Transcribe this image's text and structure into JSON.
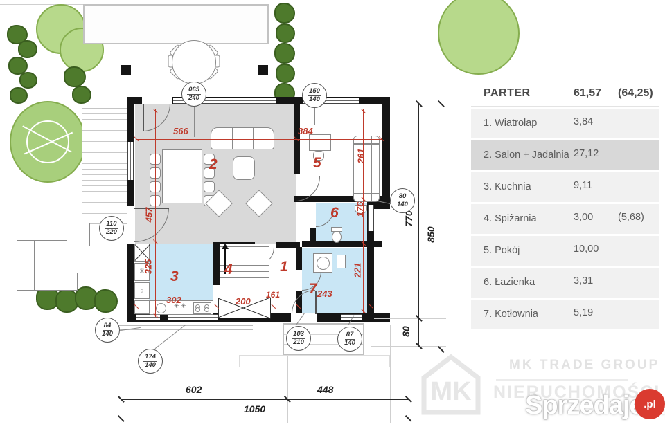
{
  "colors": {
    "wall_black": "#151515",
    "dim_red": "#bf3a2b",
    "room_blue": "#c9e6f5",
    "salon_gray": "#d9d9d9",
    "tree_green": "#b7d98b",
    "shrub_green": "#4e7a2c",
    "highlight_row": "#d8d8d8",
    "brand_red": "#da3b30"
  },
  "legend": {
    "title": "PARTER",
    "area": "61,57",
    "area_alt": "(64,25)",
    "rows": [
      {
        "label": "1. Wiatrołap",
        "area": "3,84",
        "extra": ""
      },
      {
        "label": "2. Salon + Jadalnia",
        "area": "27,12",
        "extra": ""
      },
      {
        "label": "3. Kuchnia",
        "area": "9,11",
        "extra": ""
      },
      {
        "label": "4. Spiżarnia",
        "area": "3,00",
        "extra": "(5,68)"
      },
      {
        "label": "5. Pokój",
        "area": "10,00",
        "extra": ""
      },
      {
        "label": "6. Łazienka",
        "area": "3,31",
        "extra": ""
      },
      {
        "label": "7. Kotłownia",
        "area": "5,19",
        "extra": ""
      }
    ]
  },
  "plan": {
    "rooms": {
      "n1": "1",
      "n2": "2",
      "n3": "3",
      "n4": "4",
      "n5": "5",
      "n6": "6",
      "n7": "7"
    },
    "dims": {
      "salon_w": "566",
      "room5_w": "384",
      "salon_h": "457",
      "kitchen_h": "325",
      "room5_h": "261",
      "bath_h": "176",
      "boiler_h": "221",
      "kitchen_w": "302",
      "stairs_w": "200",
      "hall_w": "161",
      "boiler_w": "243"
    },
    "callouts": [
      {
        "w": "065",
        "h": "240"
      },
      {
        "w": "150",
        "h": "140"
      },
      {
        "w": "110",
        "h": "220"
      },
      {
        "w": "84",
        "h": "140"
      },
      {
        "w": "174",
        "h": "140"
      },
      {
        "w": "103",
        "h": "210"
      },
      {
        "w": "87",
        "h": "140"
      },
      {
        "w": "80",
        "h": "140"
      }
    ],
    "overall": {
      "bottom_left": "602",
      "bottom_right": "448",
      "bottom_total": "1050",
      "right_inner": "770",
      "right_outer": "850",
      "right_step": "80"
    }
  },
  "watermark": {
    "logo": "MK",
    "company": "MK TRADE GROUP",
    "category": "NIERUCHOMOŚCI",
    "brand": "Sprzedajemy",
    "brand_tld": ".pl"
  }
}
